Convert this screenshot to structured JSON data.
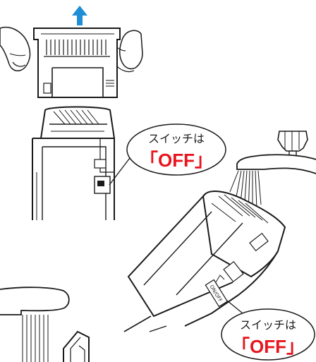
{
  "callouts": [
    {
      "line1": "スイッチは",
      "line2": "「OFF」"
    },
    {
      "line1": "スイッチは",
      "line2": "「OFF」"
    }
  ],
  "device_switch_label": "ON/OFF",
  "colors": {
    "arrow": "#1e8fd6",
    "off_text": "#e8141e",
    "line": "#1a1a1a"
  },
  "icons": [
    "up-arrow-icon"
  ]
}
